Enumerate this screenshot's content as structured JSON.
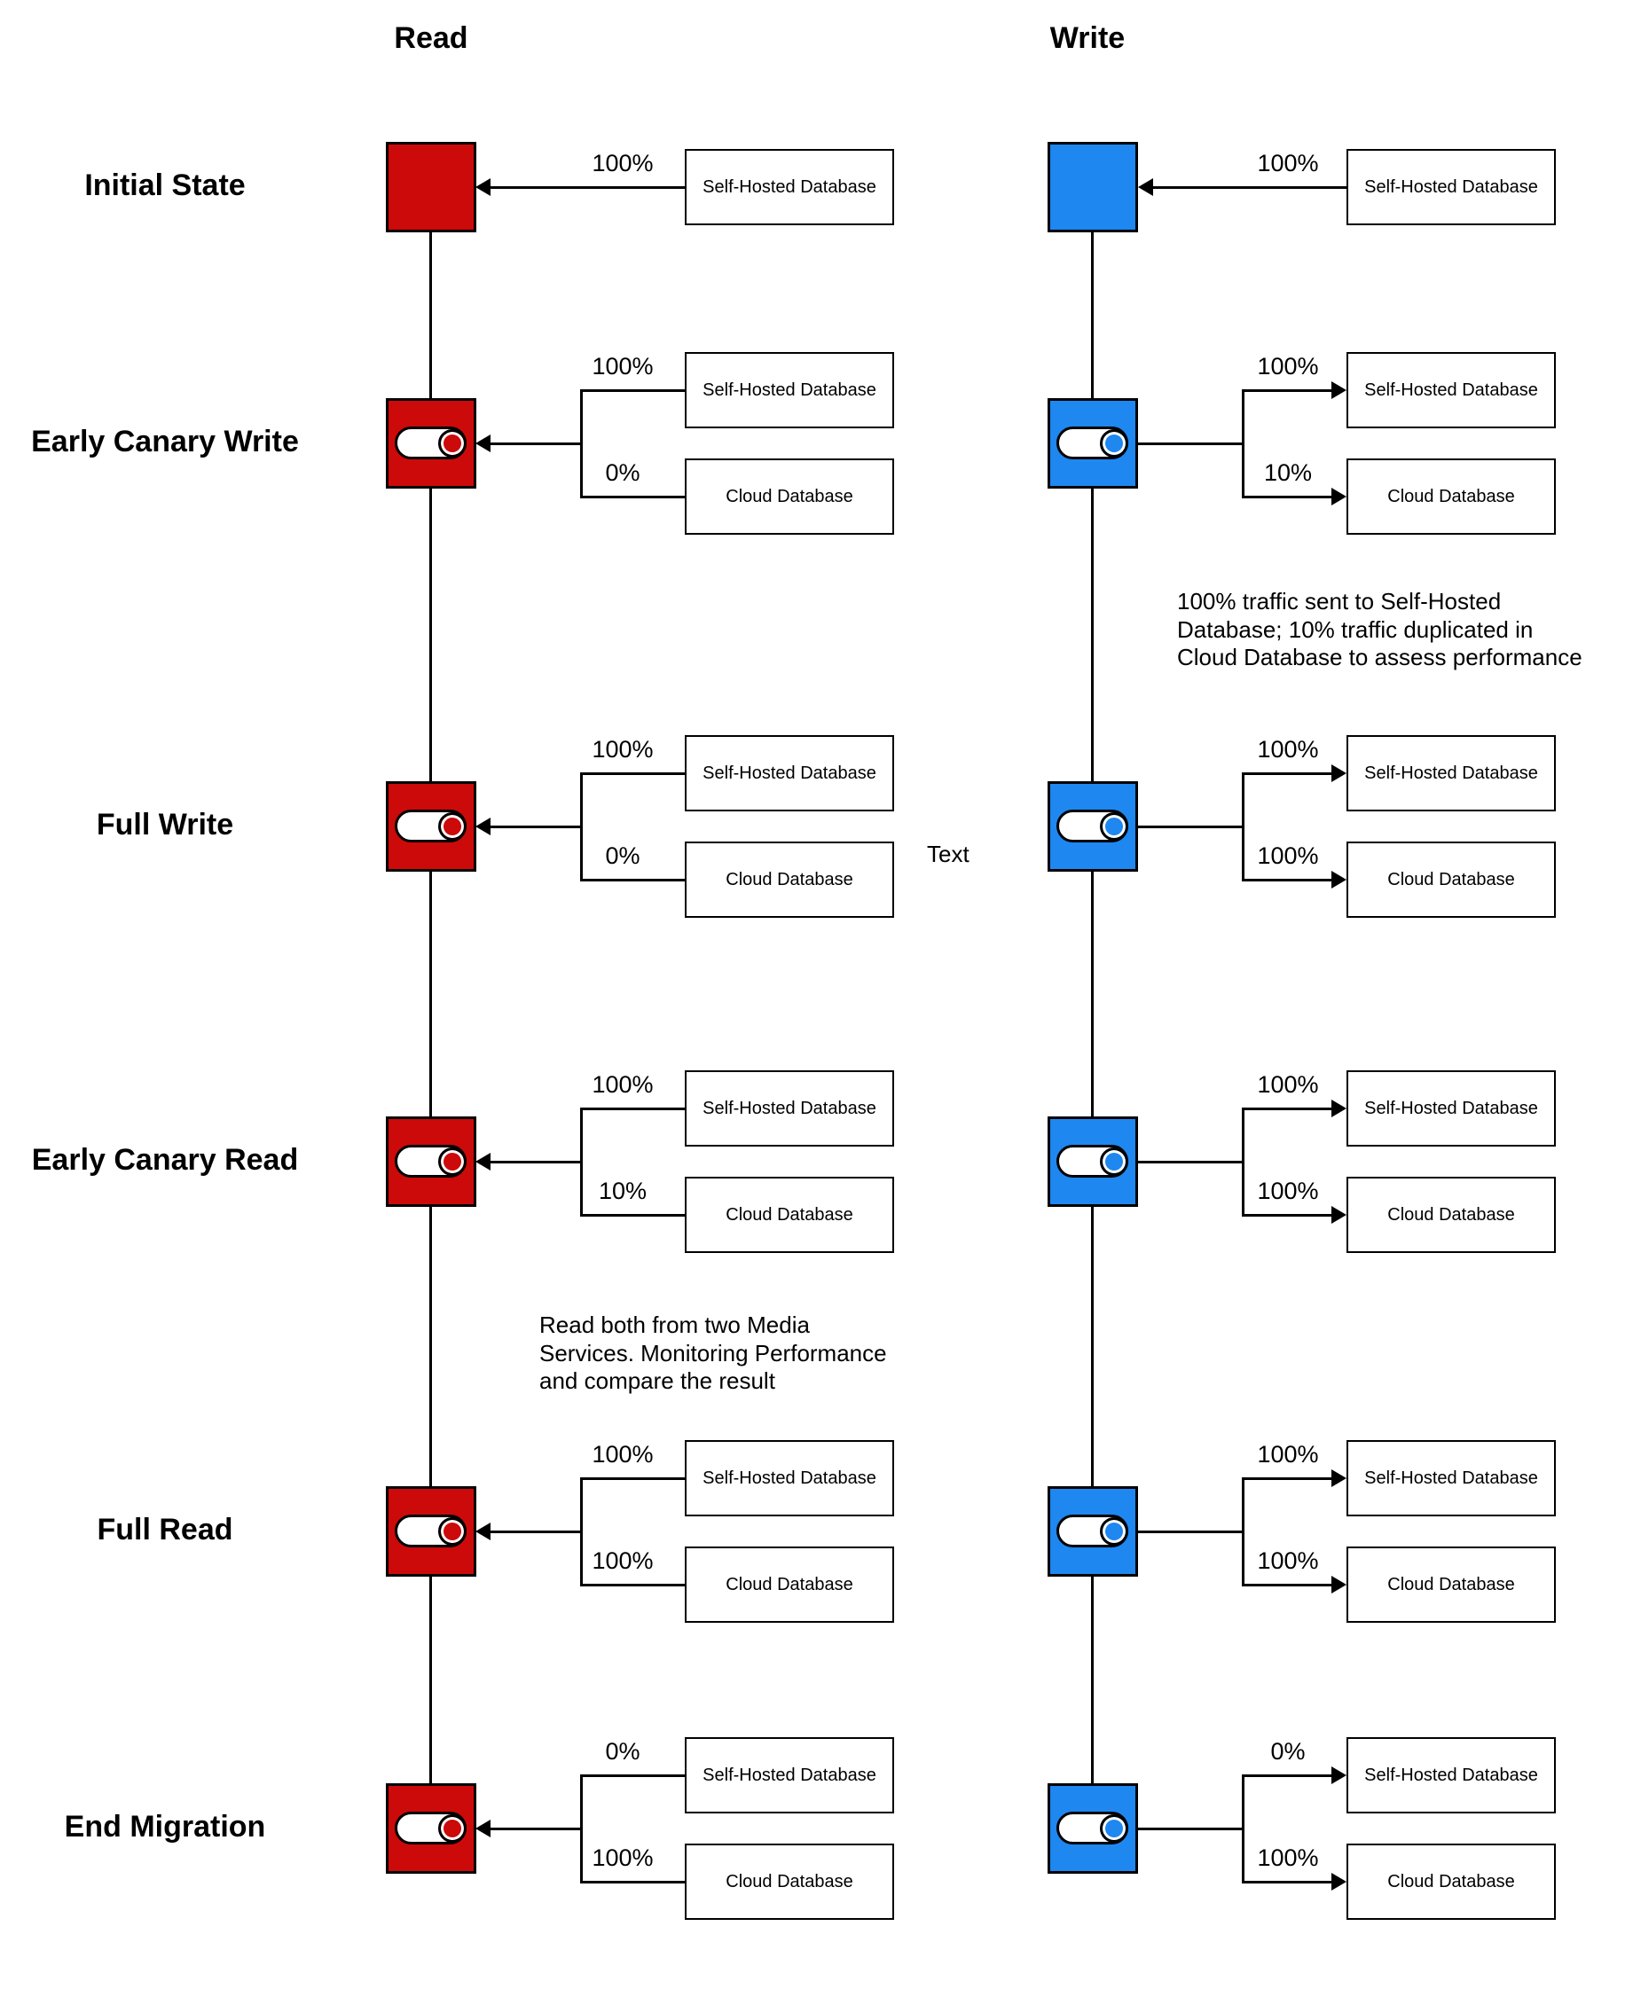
{
  "columns": [
    {
      "header": "Read"
    },
    {
      "header": "Write"
    }
  ],
  "colors": {
    "read_accent": "#CC0A0A",
    "write_accent": "#1E87F0",
    "line": "#000000",
    "box_background": "#FFFFFF"
  },
  "rows": [
    {
      "stage": "Initial State",
      "read": {
        "pct": "100%",
        "db": "Self-Hosted Database"
      },
      "write": {
        "pct": "100%",
        "db": "Self-Hosted Database"
      }
    },
    {
      "stage": "Early Canary Write",
      "read": {
        "top_pct": "100%",
        "top_db": "Self-Hosted Database",
        "bottom_pct": "0%",
        "bottom_db": "Cloud Database"
      },
      "write": {
        "top_pct": "100%",
        "top_db": "Self-Hosted Database",
        "bottom_pct": "10%",
        "bottom_db": "Cloud Database",
        "annotation": "100% traffic sent to Self-Hosted\nDatabase; 10% traffic duplicated in\nCloud Database to assess performance"
      }
    },
    {
      "stage": "Full Write",
      "read": {
        "top_pct": "100%",
        "top_db": "Self-Hosted Database",
        "bottom_pct": "0%",
        "bottom_db": "Cloud Database",
        "note": "Text"
      },
      "write": {
        "top_pct": "100%",
        "top_db": "Self-Hosted Database",
        "bottom_pct": "100%",
        "bottom_db": "Cloud Database"
      }
    },
    {
      "stage": "Early Canary Read",
      "read": {
        "top_pct": "100%",
        "top_db": "Self-Hosted Database",
        "bottom_pct": "10%",
        "bottom_db": "Cloud Database",
        "annotation": "Read both from two Media\nServices. Monitoring Performance\nand compare the result"
      },
      "write": {
        "top_pct": "100%",
        "top_db": "Self-Hosted Database",
        "bottom_pct": "100%",
        "bottom_db": "Cloud Database"
      }
    },
    {
      "stage": "Full Read",
      "read": {
        "top_pct": "100%",
        "top_db": "Self-Hosted Database",
        "bottom_pct": "100%",
        "bottom_db": "Cloud Database"
      },
      "write": {
        "top_pct": "100%",
        "top_db": "Self-Hosted Database",
        "bottom_pct": "100%",
        "bottom_db": "Cloud Database"
      }
    },
    {
      "stage": "End Migration",
      "read": {
        "top_pct": "0%",
        "top_db": "Self-Hosted Database",
        "bottom_pct": "100%",
        "bottom_db": "Cloud Database"
      },
      "write": {
        "top_pct": "0%",
        "top_db": "Self-Hosted Database",
        "bottom_pct": "100%",
        "bottom_db": "Cloud Database"
      }
    }
  ]
}
